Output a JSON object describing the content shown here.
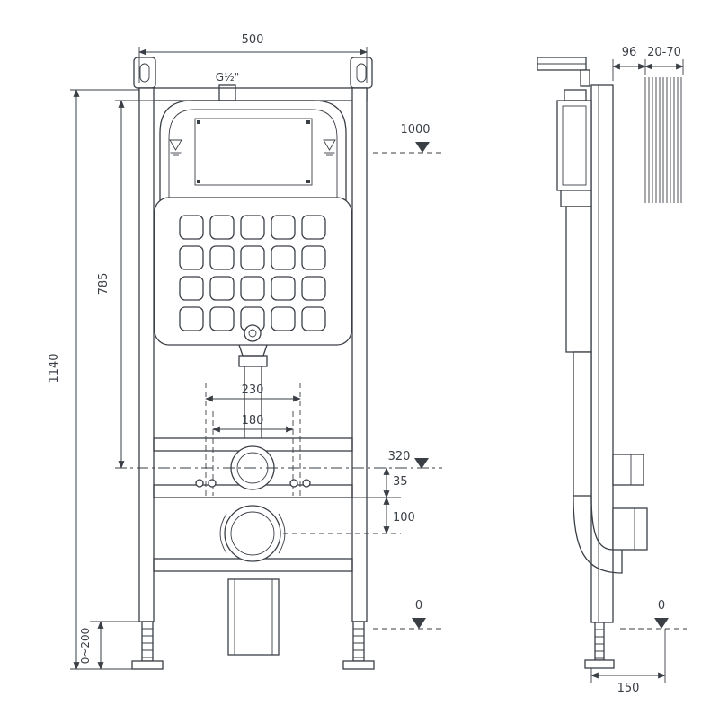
{
  "colors": {
    "line": "#3a3f46",
    "bg": "#ffffff"
  },
  "front": {
    "width": "500",
    "overall_height": "1140",
    "tank_height": "785",
    "foot_adjust_range": "0~200",
    "datum_1000": "1000",
    "datum_320": "320",
    "offset_35": "35",
    "offset_100": "100",
    "fixing_span_outer": "230",
    "fixing_span_inner": "180",
    "floor_datum": "0",
    "water_inlet": "G¹⁄₂\""
  },
  "side": {
    "frame_depth": "96",
    "wall_thickness_range": "20-70",
    "base_depth": "150",
    "floor_datum": "0"
  }
}
